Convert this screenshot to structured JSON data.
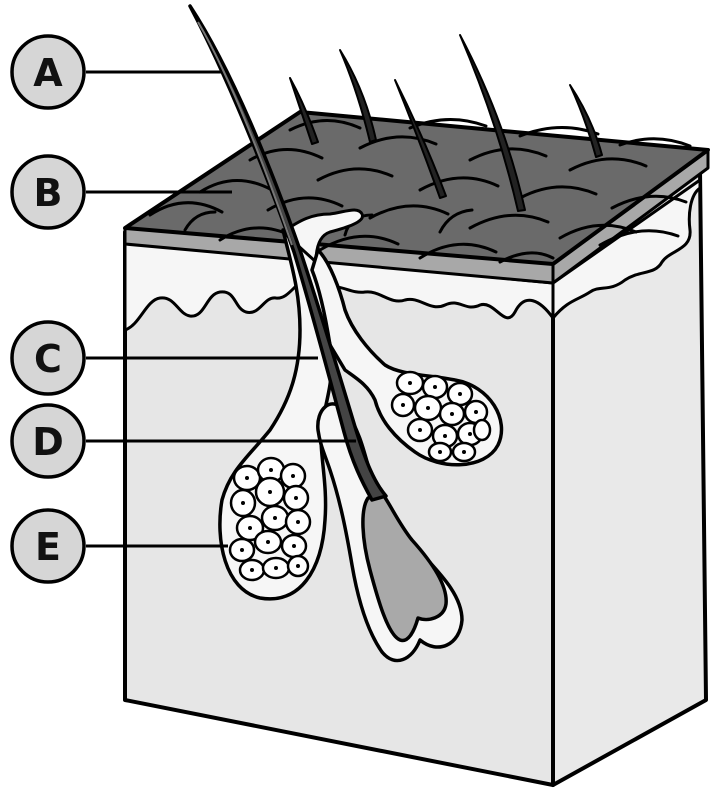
{
  "labels": [
    {
      "letter": "A",
      "target": "hair-shaft"
    },
    {
      "letter": "B",
      "target": "epidermis"
    },
    {
      "letter": "C",
      "target": "sebaceous-duct"
    },
    {
      "letter": "D",
      "target": "hair-root"
    },
    {
      "letter": "E",
      "target": "sebaceous-gland"
    }
  ],
  "colors": {
    "epidermis_top": "#6a6a6a",
    "epidermis_edge": "#a8a8a8",
    "dermis_front": "#e6e6e6",
    "dermis_side": "#e9e9e9",
    "white_layer": "#f6f6f6",
    "hair": "#444444",
    "bulb": "#a9a9a9",
    "callout_fill": "#d6d6d6"
  }
}
